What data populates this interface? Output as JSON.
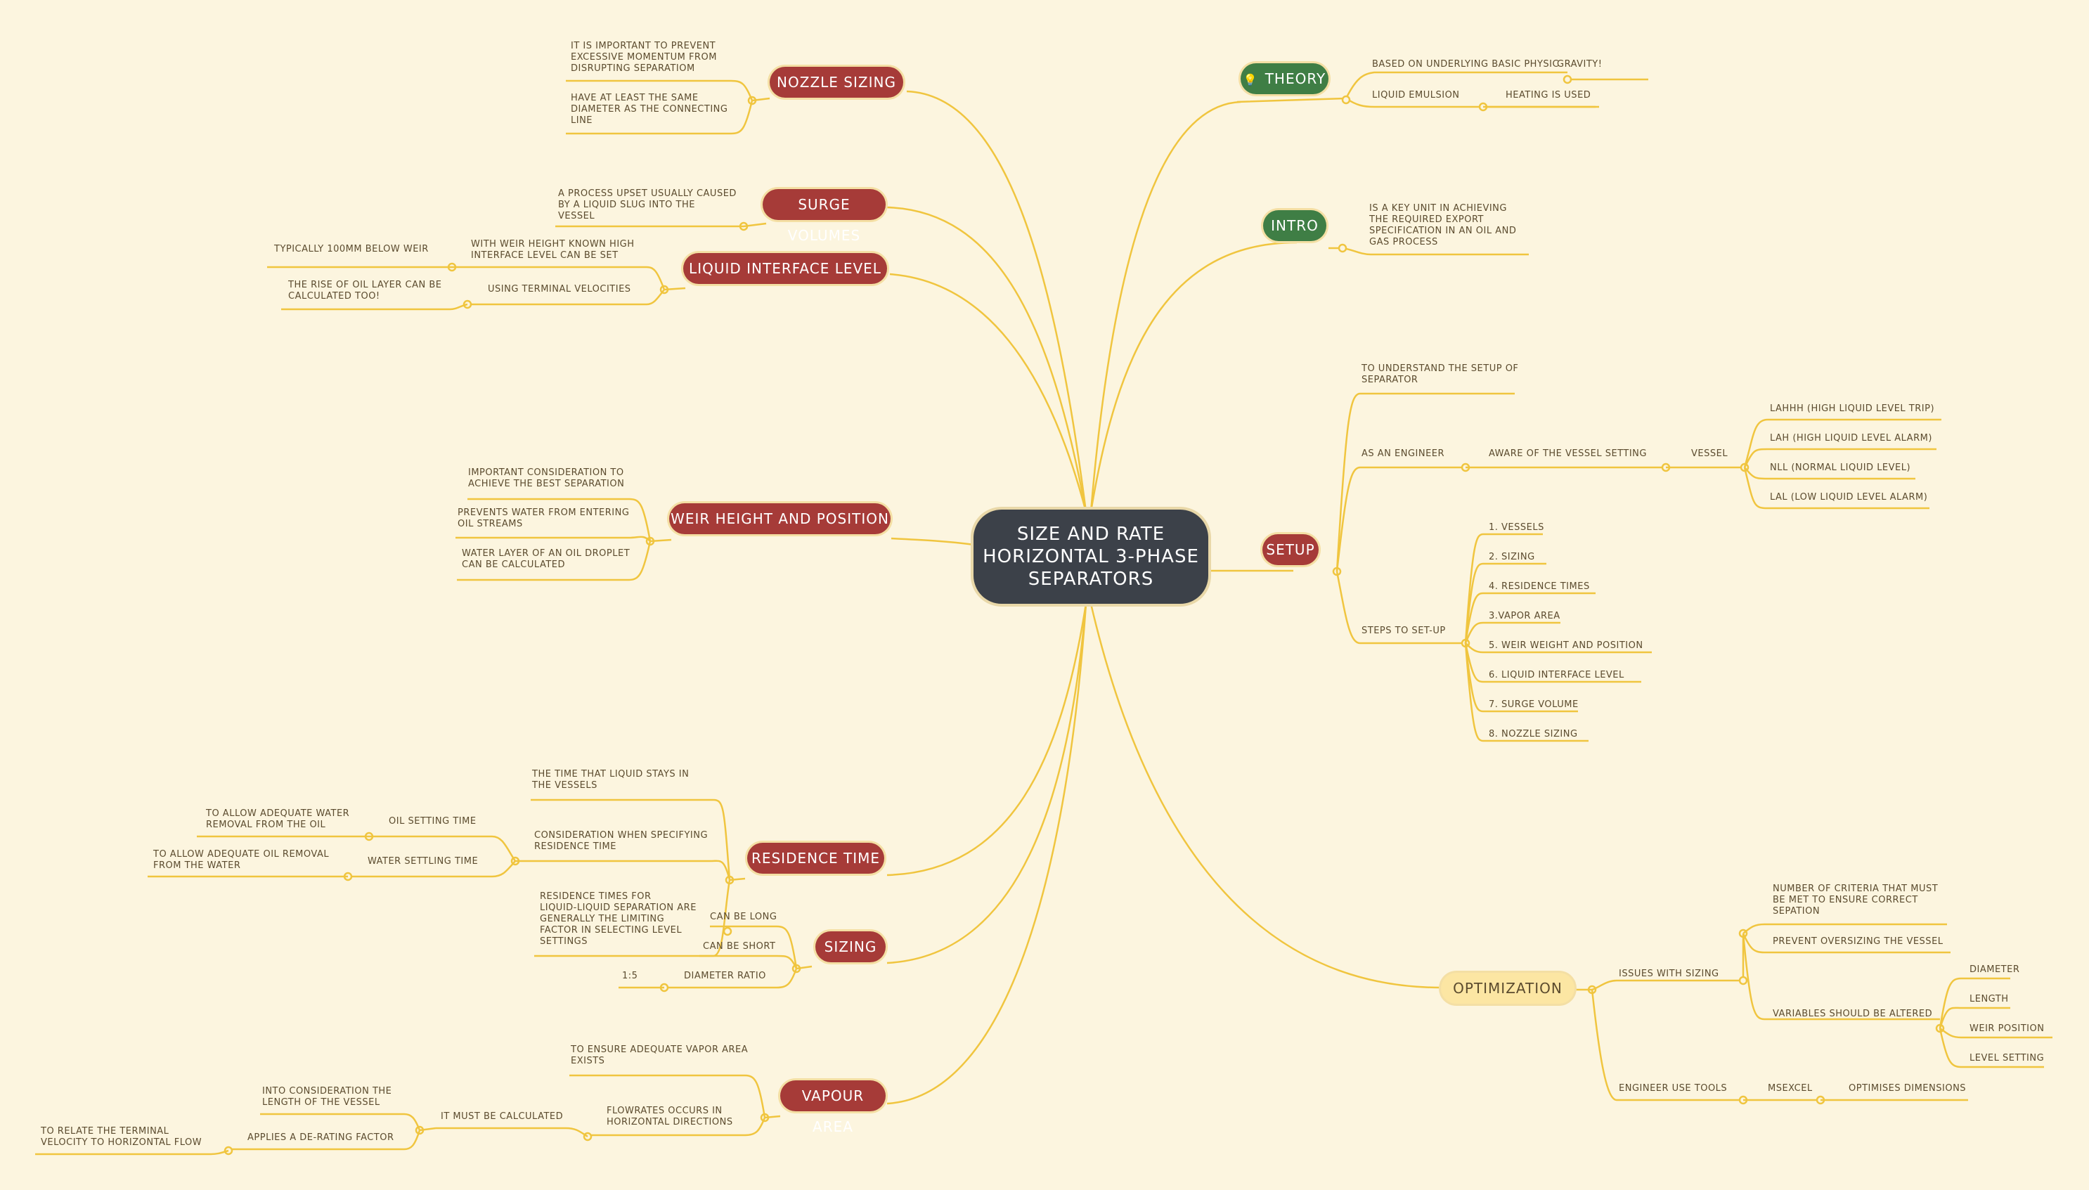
{
  "central": "Size and Rate\nHorizontal 3-Phase\nSeparators",
  "right": {
    "theory": {
      "label": "Theory",
      "based": "Based on underlying basic physic",
      "gravity": "Gravity!",
      "emulsion": "Liquid emulsion",
      "heating": "Heating is used"
    },
    "intro": {
      "label": "Intro",
      "text": "Is a key unit in achieving\nthe required export\nspecification in an oil and\ngas process"
    },
    "setup": {
      "label": "Setup",
      "understand": "To understand the setup of\nseparator",
      "engineer": "As an engineer",
      "aware": "Aware of the vessel setting",
      "vessel": "Vessel",
      "levels": [
        "LAHHH (High liquid level trip)",
        "LAH (High liquid level alarm)",
        "NLL (Normal liquid level)",
        "LAL (Low liquid level alarm)"
      ],
      "steps_label": "Steps to set-up",
      "steps": [
        "1. Vessels",
        "2. Sizing",
        "4. Residence times",
        "3.Vapor area",
        "5. Weir weight and position",
        "6. Liquid interface level",
        "7. Surge volume",
        "8. Nozzle sizing"
      ]
    },
    "optimization": {
      "label": "Optimization",
      "issues": "Issues with sizing",
      "criteria": "Number of criteria that must\nbe met to ensure correct\nsepation",
      "prevent": "Prevent oversizing the vessel",
      "variables": "Variables should be altered",
      "vars": [
        "Diameter",
        "Length",
        "Weir position",
        "Level setting"
      ],
      "tools": "Engineer use tools",
      "msexcel": "MSExcel",
      "optimises": "Optimises dimensions"
    }
  },
  "left": {
    "nozzle": {
      "label": "Nozzle sizing",
      "a": "It is important to prevent\nexcessive momentum from\ndisrupting separatiom",
      "b": "Have at least the same\ndiameter as the connecting\nline"
    },
    "surge": {
      "label": "Surge volumes",
      "a": "A process upset usually caused\nby a liquid slug into the\nvessel"
    },
    "interface": {
      "label": "Liquid interface level",
      "weir_known": "With weir height known high\ninterface level can be set",
      "typically": "Typically 100mm below weir",
      "terminal": "Using terminal velocities",
      "rise": "The rise of oil layer can be\ncalculated too!"
    },
    "weir": {
      "label": "Weir height and position",
      "a": "Important consideration to\nachieve the best separation",
      "b": "Prevents water from entering\noil streams",
      "c": "Water layer of an oil droplet\ncan be calculated"
    },
    "residence": {
      "label": "Residence time",
      "a": "The time that liquid stays in\nthe vessels",
      "b": "Consideration when specifying\nresidence time",
      "oil_set": "Oil setting time",
      "oil_set_note": "To allow adequate water\nremoval from the oil",
      "water_set": "Water settling time",
      "water_set_note": "To allow adequate oil removal\nfrom the water",
      "c": "Residence times for\nliquid-liquid separation are\ngenerally the limiting\nfactor in selecting level\nsettings"
    },
    "sizing": {
      "label": "Sizing",
      "long": "Can be long",
      "short": "Can be short",
      "ratio": "Diameter ratio",
      "ratio_val": "1:5"
    },
    "vapour": {
      "label": "Vapour area",
      "a": "To ensure adequate vapor area\nexists",
      "b": "Flowrates occurs in\nhorizontal directions",
      "calc": "It must be calculated",
      "consid": "Into consideration the\nlength of the vessel",
      "derating": "Applies a de-rating factor",
      "relate": "To relate the terminal\nvelocity to horizontal flow"
    }
  },
  "colors": {
    "background": "#FCF5DF",
    "branch": "#F0C53F",
    "central": "#3C4149",
    "red_topic": "#A63B38",
    "green_topic": "#3F7E45",
    "yellow_topic": "#FCE6A3"
  },
  "icons": [
    "bulb-icon"
  ]
}
